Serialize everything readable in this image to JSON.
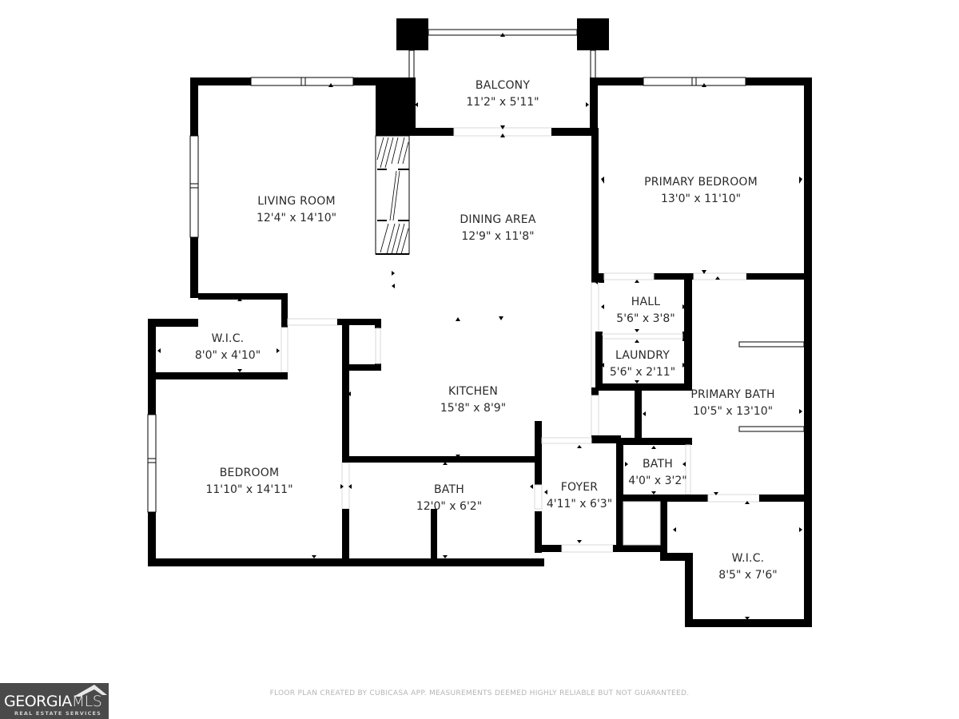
{
  "floor_plan": {
    "rooms": [
      {
        "id": "balcony",
        "name": "BALCONY",
        "dimensions": "11'2\" x 5'11\""
      },
      {
        "id": "living-room",
        "name": "LIVING ROOM",
        "dimensions": "12'4\" x 14'10\""
      },
      {
        "id": "dining-area",
        "name": "DINING AREA",
        "dimensions": "12'9\" x 11'8\""
      },
      {
        "id": "primary-bedroom",
        "name": "PRIMARY BEDROOM",
        "dimensions": "13'0\" x 11'10\""
      },
      {
        "id": "hall",
        "name": "HALL",
        "dimensions": "5'6\" x 3'8\""
      },
      {
        "id": "laundry",
        "name": "LAUNDRY",
        "dimensions": "5'6\" x 2'11\""
      },
      {
        "id": "primary-bath",
        "name": "PRIMARY BATH",
        "dimensions": "10'5\" x 13'10\""
      },
      {
        "id": "wic-1",
        "name": "W.I.C.",
        "dimensions": "8'0\" x 4'10\""
      },
      {
        "id": "kitchen",
        "name": "KITCHEN",
        "dimensions": "15'8\" x 8'9\""
      },
      {
        "id": "bedroom",
        "name": "BEDROOM",
        "dimensions": "11'10\" x 14'11\""
      },
      {
        "id": "bath-1",
        "name": "BATH",
        "dimensions": "12'0\" x 6'2\""
      },
      {
        "id": "foyer",
        "name": "FOYER",
        "dimensions": "4'11\" x 6'3\""
      },
      {
        "id": "bath-2",
        "name": "BATH",
        "dimensions": "4'0\" x 3'2\""
      },
      {
        "id": "wic-2",
        "name": "W.I.C.",
        "dimensions": "8'5\" x 7'6\""
      }
    ]
  },
  "footer": {
    "disclaimer": "FLOOR PLAN CREATED BY CUBICASA APP. MEASUREMENTS DEEMED HIGHLY RELIABLE BUT NOT GUARANTEED.",
    "logo": {
      "brand_primary": "GEORGIA",
      "brand_secondary": "MLS",
      "tagline": "REAL ESTATE SERVICES"
    }
  },
  "colors": {
    "wall": "#000000",
    "text": "#2a2a2a",
    "disclaimer": "#b5b5b5",
    "logo_bg": "#4a4a4a"
  }
}
